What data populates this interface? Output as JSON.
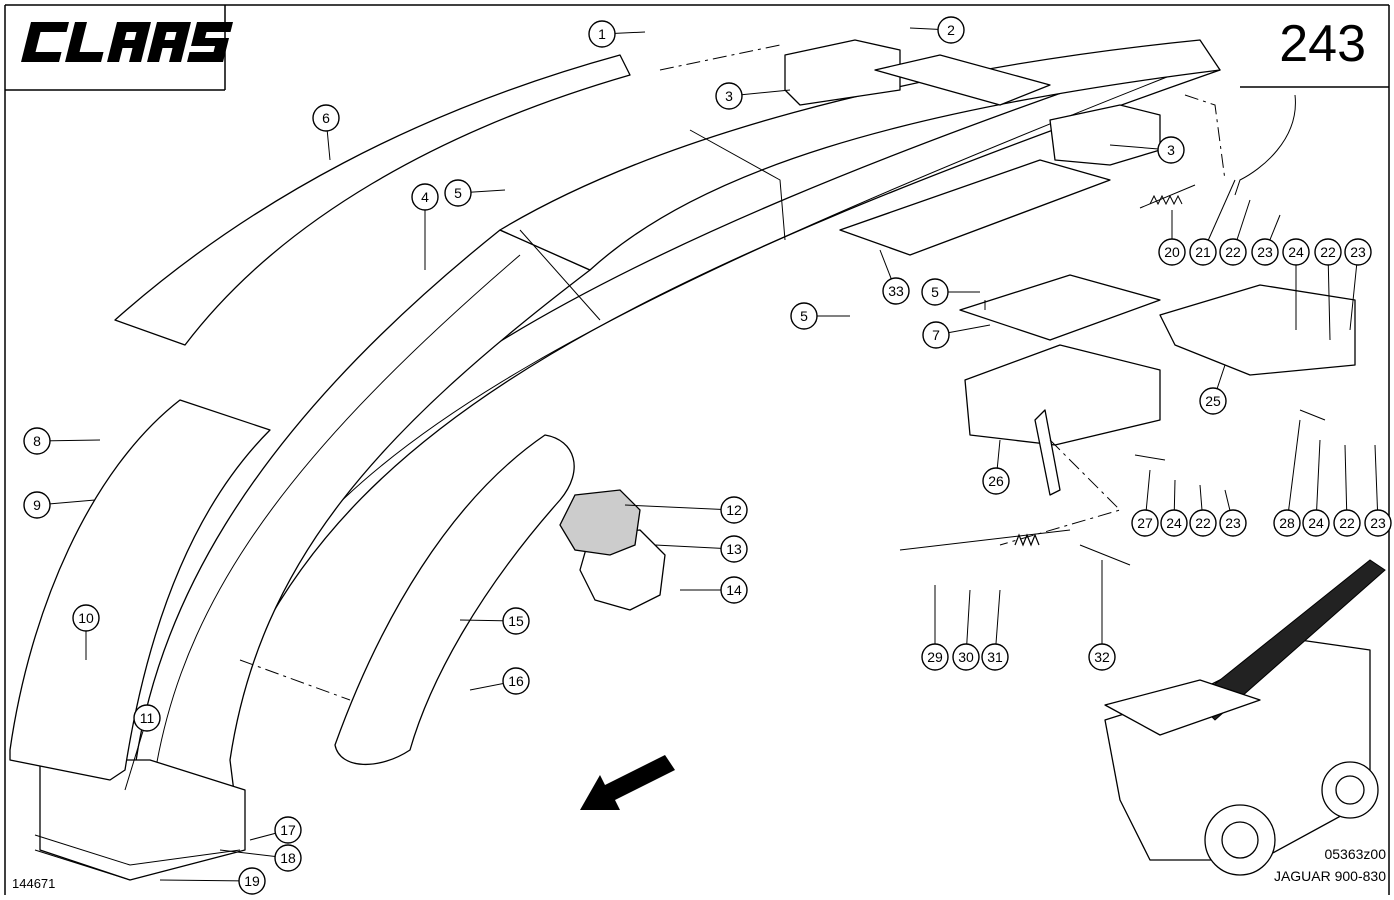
{
  "header": {
    "brand": "CLAAS",
    "page_number": "243"
  },
  "footer": {
    "drawing_code": "05363z00",
    "model": "JAGUAR 900-830",
    "sheet_id": "144671"
  },
  "callouts": [
    {
      "label": "1"
    },
    {
      "label": "2"
    },
    {
      "label": "3"
    },
    {
      "label": "3"
    },
    {
      "label": "6"
    },
    {
      "label": "4"
    },
    {
      "label": "5"
    },
    {
      "label": "5"
    },
    {
      "label": "5"
    },
    {
      "label": "33"
    },
    {
      "label": "7"
    },
    {
      "label": "20"
    },
    {
      "label": "21"
    },
    {
      "label": "22"
    },
    {
      "label": "23"
    },
    {
      "label": "24"
    },
    {
      "label": "22"
    },
    {
      "label": "23"
    },
    {
      "label": "25"
    },
    {
      "label": "26"
    },
    {
      "label": "27"
    },
    {
      "label": "24"
    },
    {
      "label": "22"
    },
    {
      "label": "23"
    },
    {
      "label": "28"
    },
    {
      "label": "24"
    },
    {
      "label": "22"
    },
    {
      "label": "23"
    },
    {
      "label": "8"
    },
    {
      "label": "9"
    },
    {
      "label": "10"
    },
    {
      "label": "11"
    },
    {
      "label": "12"
    },
    {
      "label": "13"
    },
    {
      "label": "14"
    },
    {
      "label": "15"
    },
    {
      "label": "16"
    },
    {
      "label": "17"
    },
    {
      "label": "18"
    },
    {
      "label": "19"
    },
    {
      "label": "29"
    },
    {
      "label": "30"
    },
    {
      "label": "31"
    },
    {
      "label": "32"
    }
  ],
  "colors": {
    "line": "#000000",
    "background": "#ffffff"
  }
}
